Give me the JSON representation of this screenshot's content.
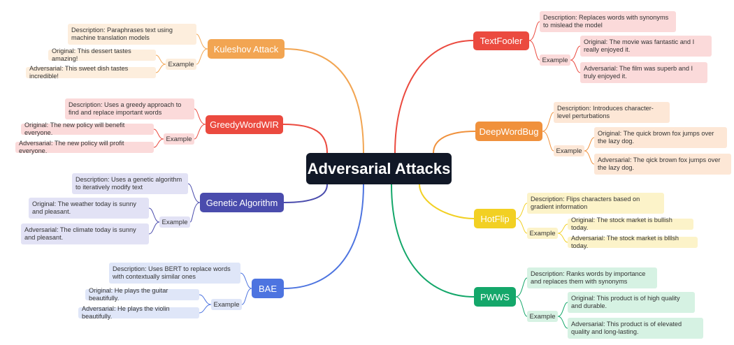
{
  "central": "Adversarial Attacks",
  "example_label": "Example",
  "colors": {
    "orange": "#f2a552",
    "red": "#eb4a3f",
    "indigo": "#4a4cad",
    "blue": "#4d74e0",
    "dark_orange": "#f0913c",
    "yellow": "#f2d023",
    "green": "#14a76a",
    "central_bg": "#111827"
  },
  "branches": {
    "kuleshov": {
      "name": "Kuleshov Attack",
      "description": "Description: Paraphrases text using machine translation models",
      "original": "Original: This dessert tastes amazing!",
      "adversarial": "Adversarial: This sweet dish tastes incredible!"
    },
    "greedy": {
      "name": "GreedyWordWIR",
      "description": "Description: Uses a greedy approach to find and replace important words",
      "original": "Original: The new policy will benefit everyone.",
      "adversarial": "Adversarial: The new policy will profit everyone."
    },
    "genetic": {
      "name": "Genetic Algorithm",
      "description": "Description: Uses a genetic algorithm to iteratively modify text",
      "original": "Original: The weather today is sunny and pleasant.",
      "adversarial": "Adversarial: The climate today is sunny and pleasant."
    },
    "bae": {
      "name": "BAE",
      "description": "Description: Uses BERT to replace words with contextually similar ones",
      "original": "Original: He plays the guitar beautifully.",
      "adversarial": "Adversarial: He plays the violin beautifully."
    },
    "textfooler": {
      "name": "TextFooler",
      "description": "Description: Replaces words with synonyms to mislead the model",
      "original": "Original: The movie was fantastic and I really enjoyed it.",
      "adversarial": "Adversarial: The film was superb and I truly enjoyed it."
    },
    "deepwordbug": {
      "name": "DeepWordBug",
      "description": "Description: Introduces character-level perturbations",
      "original": "Original: The quick brown fox jumps over the lazy dog.",
      "adversarial": "Adversarial: The qick brown fox jumps over the lazy dog."
    },
    "hotflip": {
      "name": "HotFlip",
      "description": "Description: Flips characters based on gradient information",
      "original": "Original: The stock market is bullish today.",
      "adversarial": "Adversarial: The stock market is blllsh today."
    },
    "pwws": {
      "name": "PWWS",
      "description": "Description: Ranks words by importance and replaces them with synonyms",
      "original": "Original: This product is of high quality and durable.",
      "adversarial": "Adversarial: This product is of elevated quality and long-lasting."
    }
  }
}
